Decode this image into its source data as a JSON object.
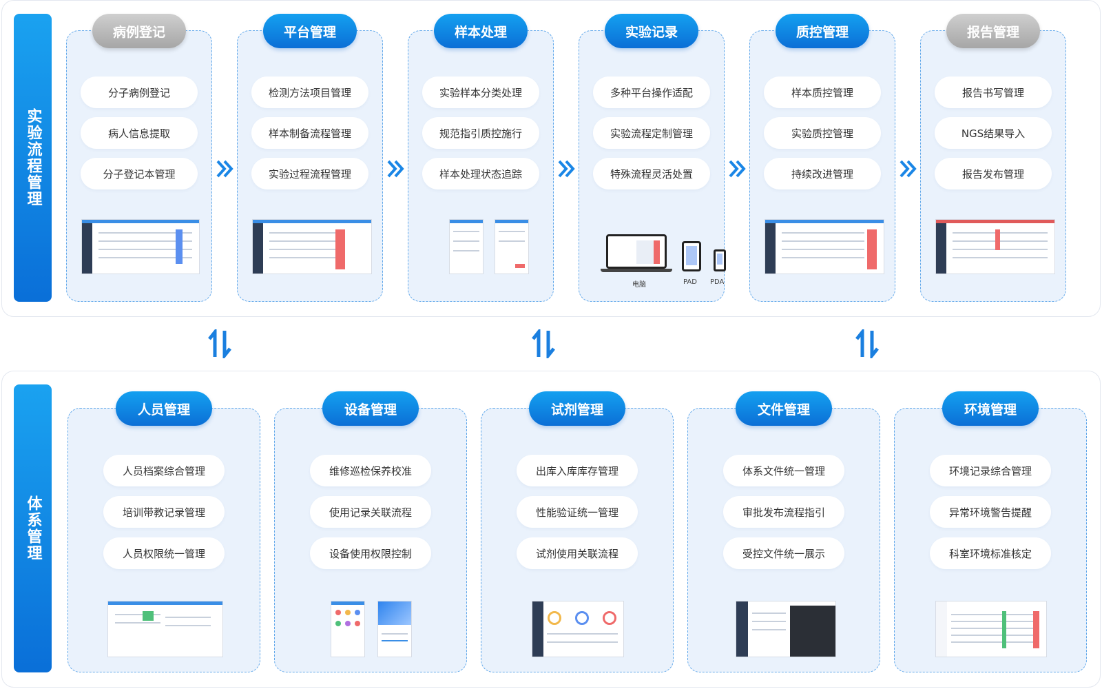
{
  "workflow": {
    "side_label": "实验流程管理",
    "stages": [
      {
        "title": "病例登记",
        "style": "gray",
        "items": [
          "分子病例登记",
          "病人信息提取",
          "分子登记本管理"
        ]
      },
      {
        "title": "平台管理",
        "style": "blue",
        "items": [
          "检测方法项目管理",
          "样本制备流程管理",
          "实验过程流程管理"
        ]
      },
      {
        "title": "样本处理",
        "style": "blue",
        "items": [
          "实验样本分类处理",
          "规范指引质控施行",
          "样本处理状态追踪"
        ]
      },
      {
        "title": "实验记录",
        "style": "blue",
        "items": [
          "多种平台操作适配",
          "实验流程定制管理",
          "特殊流程灵活处置"
        ],
        "devices": [
          "电脑",
          "PAD",
          "PDA"
        ]
      },
      {
        "title": "质控管理",
        "style": "blue",
        "items": [
          "样本质控管理",
          "实验质控管理",
          "持续改进管理"
        ]
      },
      {
        "title": "报告管理",
        "style": "gray",
        "items": [
          "报告书写管理",
          "NGS结果导入",
          "报告发布管理"
        ]
      }
    ]
  },
  "system": {
    "side_label": "体系管理",
    "modules": [
      {
        "title": "人员管理",
        "items": [
          "人员档案综合管理",
          "培训带教记录管理",
          "人员权限统一管理"
        ]
      },
      {
        "title": "设备管理",
        "items": [
          "维修巡检保养校准",
          "使用记录关联流程",
          "设备使用权限控制"
        ]
      },
      {
        "title": "试剂管理",
        "items": [
          "出库入库库存管理",
          "性能验证统一管理",
          "试剂使用关联流程"
        ]
      },
      {
        "title": "文件管理",
        "items": [
          "体系文件统一管理",
          "审批发布流程指引",
          "受控文件统一展示"
        ]
      },
      {
        "title": "环境管理",
        "items": [
          "环境记录综合管理",
          "异常环境警告提醒",
          "科室环境标准核定"
        ]
      }
    ]
  },
  "colors": {
    "accent": "#0b78e3",
    "card_bg": "#eaf2fc",
    "gray_pill": "#b5b5b5"
  }
}
